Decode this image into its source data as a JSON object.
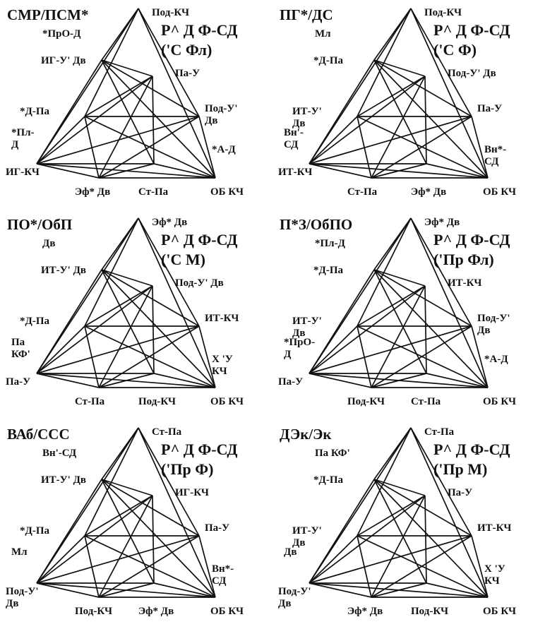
{
  "panels": [
    {
      "title": "СМР/ПСМ*",
      "code_lines": [
        "Р^ Д Ф-СД",
        "('С Фл)"
      ],
      "labels": {
        "apex": [
          "Под-КЧ"
        ],
        "left_base": [
          "ИГ-КЧ"
        ],
        "right_base": [
          "ОБ КЧ"
        ],
        "base_a": [
          "Эф* Дв"
        ],
        "base_b": [
          "Ст-Па"
        ],
        "left_upper": [
          "ИГ-У' Дв"
        ],
        "left_lower": [
          "*Д-Па"
        ],
        "right_upper": [
          "Па-У"
        ],
        "right_lower": [
          "Под-У'",
          "Дв"
        ],
        "extra_top": [
          "*ПрО-Д"
        ],
        "extra_left": [
          "*Пл-",
          "Д"
        ],
        "extra_right": [
          "*А-Д"
        ]
      }
    },
    {
      "title": "ПГ*/ДС",
      "code_lines": [
        "Р^ Д Ф-СД",
        "('С Ф)"
      ],
      "labels": {
        "apex": [
          "Под-КЧ"
        ],
        "left_base": [
          "ИТ-КЧ"
        ],
        "right_base": [
          "ОБ КЧ"
        ],
        "base_a": [
          "Ст-Па"
        ],
        "base_b": [
          "Эф* Дв"
        ],
        "left_upper": [
          "*Д-Па"
        ],
        "left_lower": [
          "ИТ-У'",
          "Дв"
        ],
        "right_upper": [
          "Под-У' Дв"
        ],
        "right_lower": [
          "Па-У"
        ],
        "extra_top": [
          "Мл"
        ],
        "extra_left": [
          "Вн'-",
          "СД"
        ],
        "extra_right": [
          "Вн*-",
          "СД"
        ]
      }
    },
    {
      "title": "ПО*/ОбП",
      "code_lines": [
        "Р^ Д Ф-СД",
        "('С М)"
      ],
      "labels": {
        "apex": [
          "Эф* Дв"
        ],
        "left_base": [
          "Па-У"
        ],
        "right_base": [
          "ОБ КЧ"
        ],
        "base_a": [
          "Ст-Па"
        ],
        "base_b": [
          "Под-КЧ"
        ],
        "left_upper": [
          "ИТ-У' Дв"
        ],
        "left_lower": [
          "*Д-Па"
        ],
        "right_upper": [
          "Под-У' Дв"
        ],
        "right_lower": [
          "ИТ-КЧ"
        ],
        "extra_top": [
          "Дв"
        ],
        "extra_left": [
          "Па",
          "КФ'"
        ],
        "extra_right": [
          "Х 'У",
          "КЧ"
        ]
      }
    },
    {
      "title": "П*З/ОбПО",
      "code_lines": [
        "Р^ Д Ф-СД",
        "('Пр Фл)"
      ],
      "labels": {
        "apex": [
          "Эф* Дв"
        ],
        "left_base": [
          "Па-У"
        ],
        "right_base": [
          "ОБ КЧ"
        ],
        "base_a": [
          "Под-КЧ"
        ],
        "base_b": [
          "Ст-Па"
        ],
        "left_upper": [
          "*Д-Па"
        ],
        "left_lower": [
          "ИТ-У'",
          "Дв"
        ],
        "right_upper": [
          "ИТ-КЧ"
        ],
        "right_lower": [
          "Под-У'",
          "Дв"
        ],
        "extra_top": [
          "*Пл-Д"
        ],
        "extra_left": [
          "*ПрО-",
          "Д"
        ],
        "extra_right": [
          "*А-Д"
        ]
      }
    },
    {
      "title": "ВАб/ССС",
      "code_lines": [
        "Р^ Д Ф-СД",
        "('Пр Ф)"
      ],
      "labels": {
        "apex": [
          "Ст-Па"
        ],
        "left_base": [
          "Под-У'",
          "Дв"
        ],
        "right_base": [
          "ОБ КЧ"
        ],
        "base_a": [
          "Под-КЧ"
        ],
        "base_b": [
          "Эф* Дв"
        ],
        "left_upper": [
          "ИТ-У' Дв"
        ],
        "left_lower": [
          "*Д-Па"
        ],
        "right_upper": [
          "ИГ-КЧ"
        ],
        "right_lower": [
          "Па-У"
        ],
        "extra_top": [
          "Вн'-СД"
        ],
        "extra_left": [
          "Мл"
        ],
        "extra_right": [
          "Вн*-",
          "СД"
        ]
      }
    },
    {
      "title": "ДЭк/Эк",
      "code_lines": [
        "Р^ Д Ф-СД",
        "('Пр М)"
      ],
      "labels": {
        "apex": [
          "Ст-Па"
        ],
        "left_base": [
          "Под-У'",
          "Дв"
        ],
        "right_base": [
          "ОБ КЧ"
        ],
        "base_a": [
          "Эф* Дв"
        ],
        "base_b": [
          "Под-КЧ"
        ],
        "left_upper": [
          "*Д-Па"
        ],
        "left_lower": [
          "ИТ-У'",
          "Дв"
        ],
        "right_upper": [
          "Па-У"
        ],
        "right_lower": [
          "ИТ-КЧ"
        ],
        "extra_top": [
          "Па КФ'"
        ],
        "extra_left": [
          "Дв"
        ],
        "extra_right": [
          "Х 'У",
          "КЧ"
        ]
      }
    }
  ]
}
